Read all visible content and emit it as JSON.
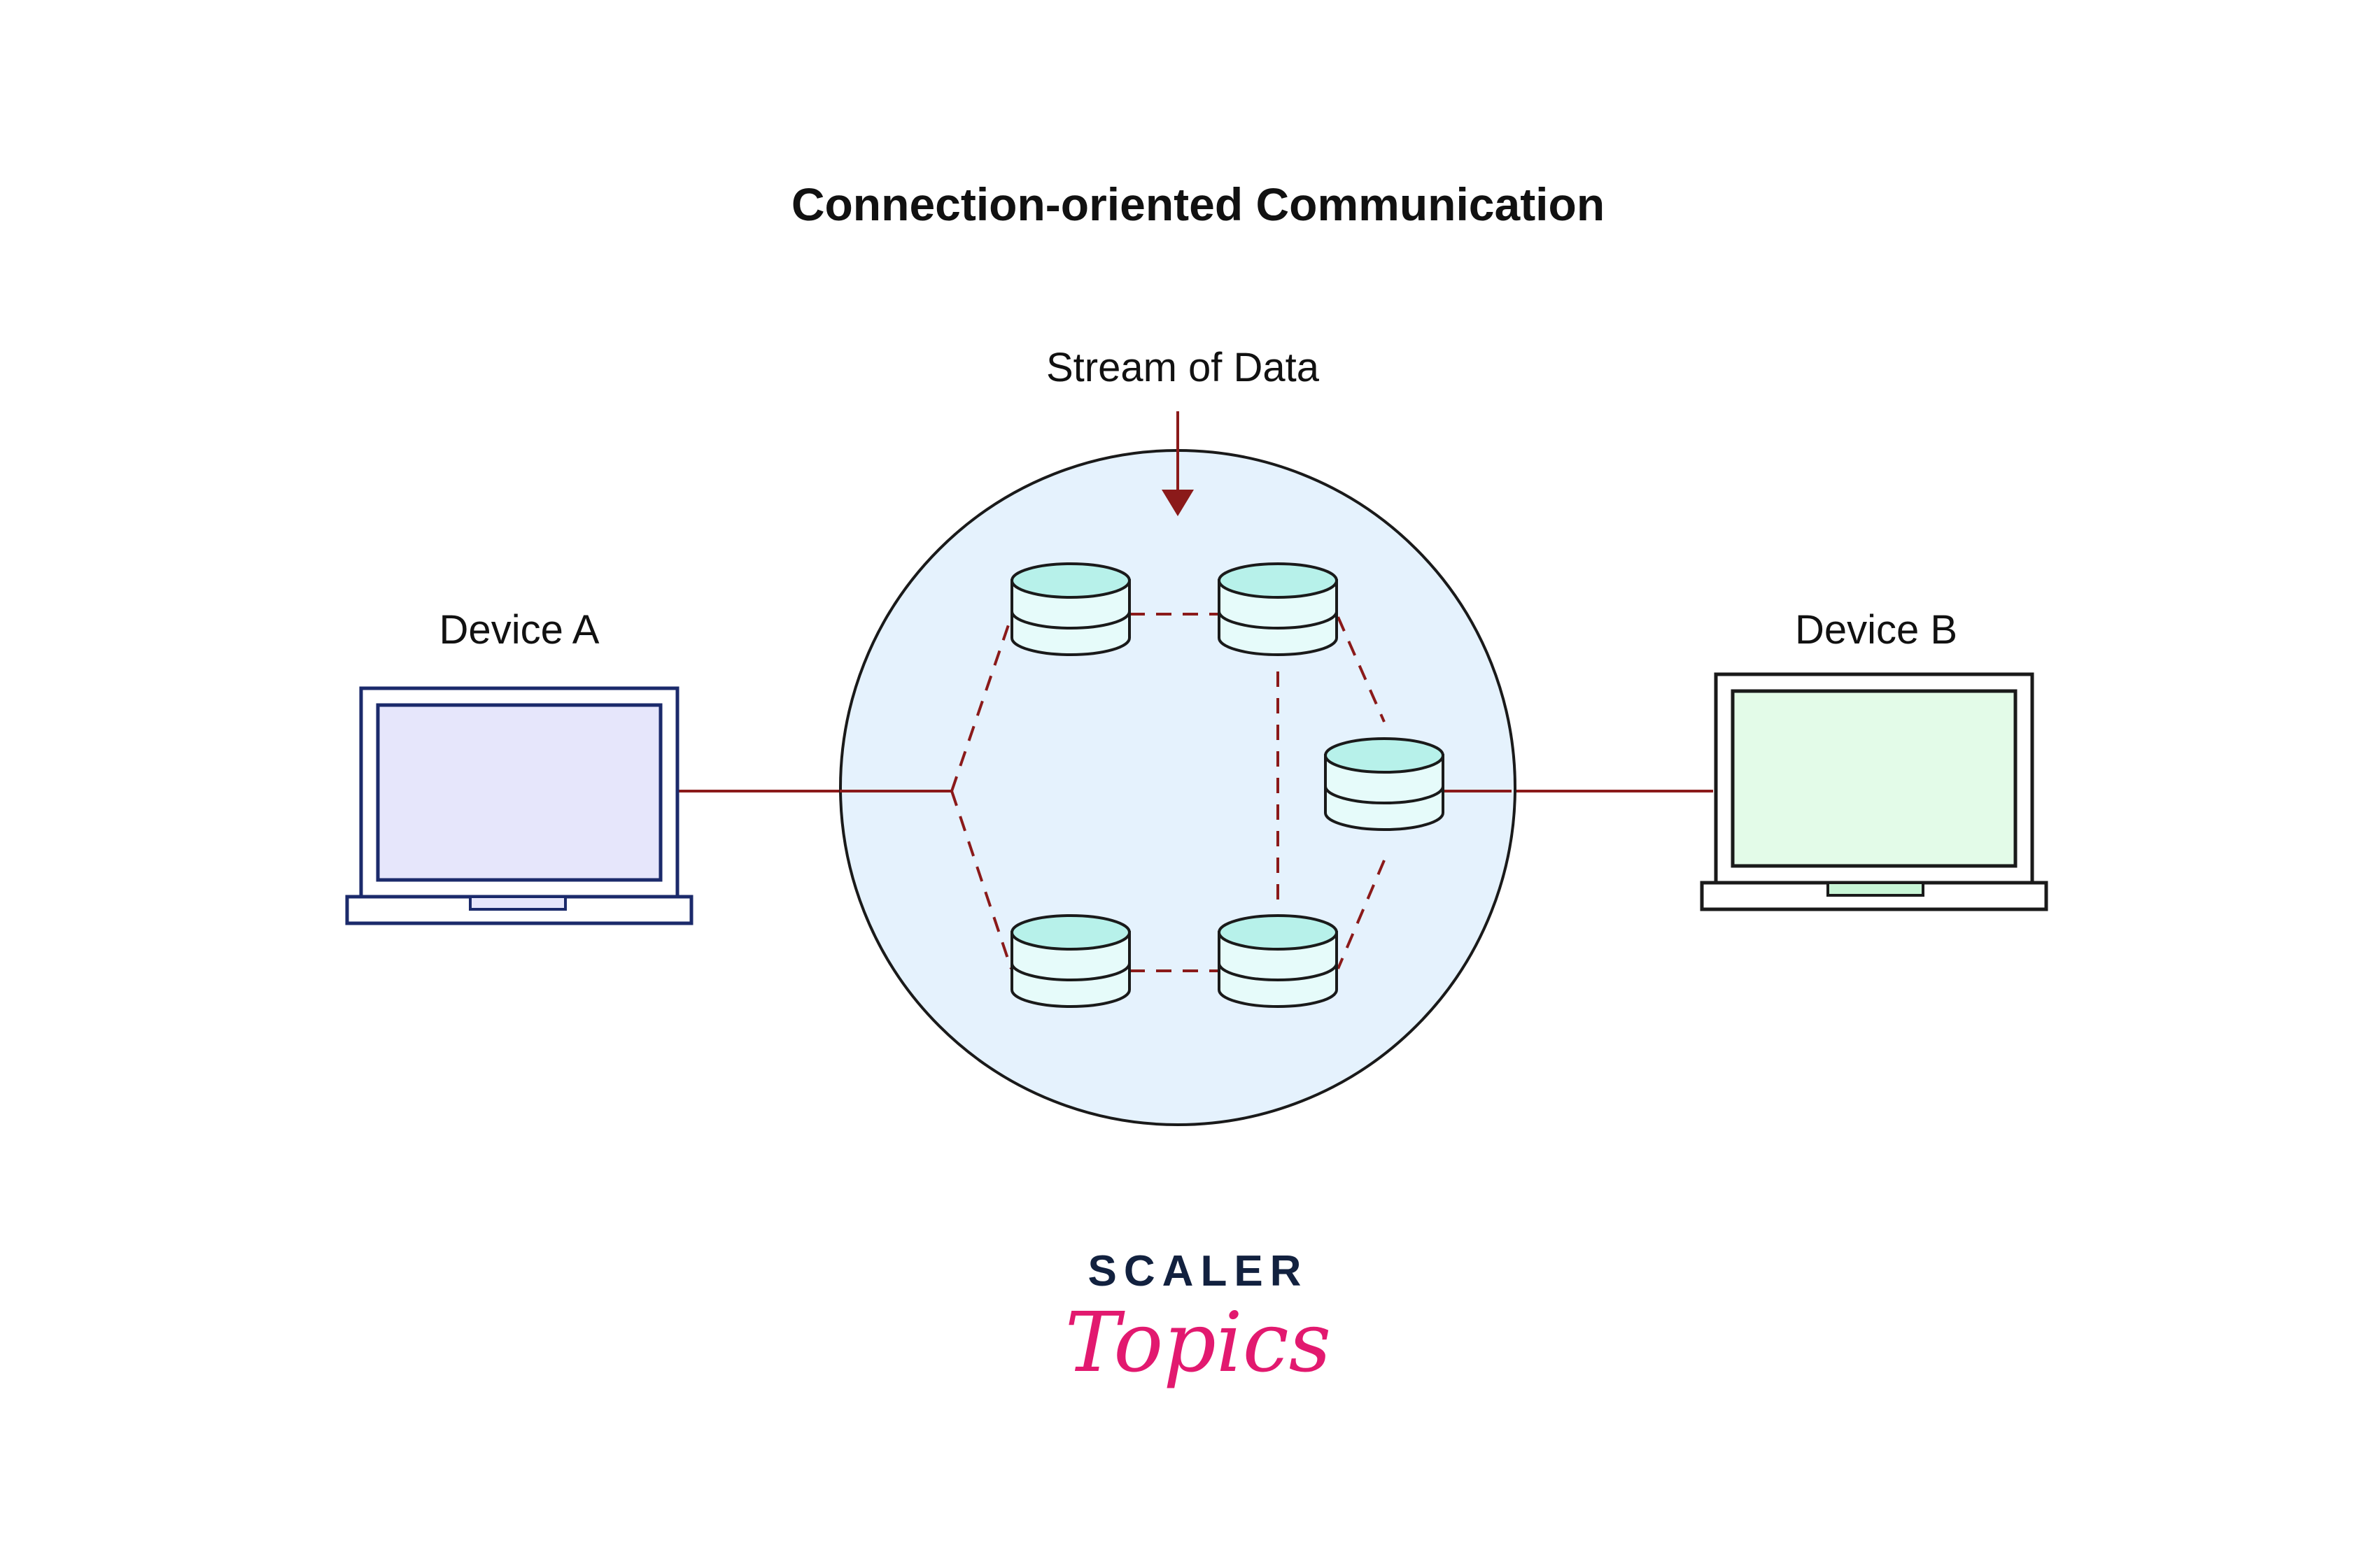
{
  "title": "Connection-oriented Communication",
  "stream_label": "Stream of Data",
  "devices": {
    "a": {
      "label": "Device A",
      "screen_color": "#e6e6fb",
      "frame_color": "#1b2a6b"
    },
    "b": {
      "label": "Device B",
      "screen_color": "#e3fbe8",
      "frame_color": "#1a1a1a"
    }
  },
  "network": {
    "fill_color": "#e5f2fd",
    "border_color": "#1a1a1a",
    "link_color": "#8b1a1a",
    "node_count": 5,
    "node_top_color": "#b7f1ea",
    "node_body_color": "#e6fbfa"
  },
  "brand": {
    "name": "SCALER",
    "tagline": "Topics",
    "name_color": "#12213f",
    "tagline_color": "#e2196f"
  },
  "icons": [
    "laptop-icon",
    "database-icon",
    "arrow-down-icon"
  ]
}
